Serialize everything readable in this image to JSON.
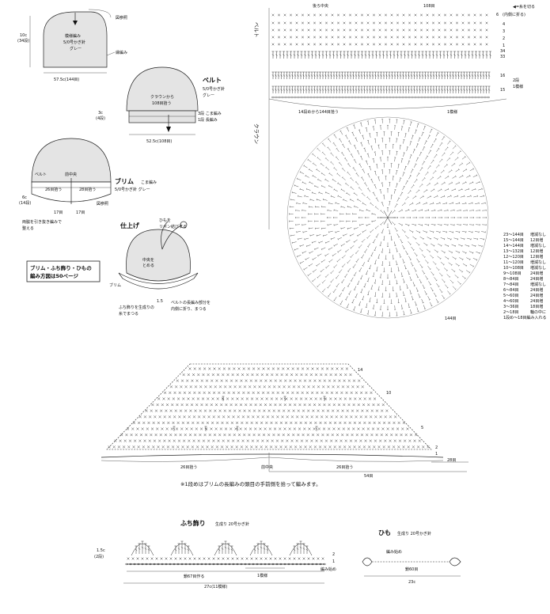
{
  "hat_panel1": {
    "height_label": "10c",
    "height_rows": "(34段)",
    "ref_label": "図参照",
    "body_line1": "模様編み",
    "body_line2": "5/0号かぎ針",
    "body_line3": "グレー",
    "edge_label": "縁編み",
    "width_label": "57.5c(144目)"
  },
  "hat_panel2": {
    "title": "ベルト",
    "needle": "5/0号かぎ針",
    "color": "グレー",
    "inner1": "クラウンから",
    "inner2": "108目拾う",
    "h1": "3c",
    "h2": "(4段)",
    "row1": "3段 こま編み",
    "row2": "1段 長編み",
    "width": "52.5c(108目)"
  },
  "hat_panel3": {
    "title": "ブリム",
    "sub1": "こま編み",
    "sub2": "5/0号かぎ針 グレー",
    "belt": "ベルト",
    "center": "前中央",
    "pick_a": "26目拾う",
    "pick_b": "28目拾う",
    "h1": "6c",
    "h2": "(14段)",
    "n1": "17目",
    "n2": "17目",
    "ref": "図参照",
    "note1": "両脇を引き抜き編みで",
    "note2": "整える"
  },
  "finish": {
    "title": "仕上げ",
    "himo1": "ひもを",
    "himo2": "リボン結びする",
    "center1": "中央を",
    "center2": "とめる",
    "brim": "ブリム",
    "num": "1.5",
    "belt1": "ベルトの長編み部分を",
    "belt2": "内側に折り、まつる",
    "fuchi1": "ふち飾りを生成りの",
    "fuchi2": "糸でまつる"
  },
  "ref_box": {
    "line1": "ブリム・ふち飾り・ひもの",
    "line2": "編み方図は50ページ"
  },
  "belt_chart": {
    "back_center": "後ろ中央",
    "count_top": "108目",
    "cut_label": "◀=糸を切る",
    "belt_vlabel": "ベルト",
    "crown_vlabel": "クラウン",
    "inner_note": "(内側に折る)",
    "row_nums": [
      "4",
      "3",
      "2",
      "1",
      "34",
      "33"
    ],
    "pattern_rows": [
      "16",
      "15"
    ],
    "pick_note": "14段めから144目拾う",
    "repeat_note": "1模様",
    "pattern_side1": "2段",
    "pattern_side2": "1模様",
    "marker_6": "6"
  },
  "crown_table": {
    "rows": [
      {
        "row": "23～144目",
        "inc": "増減なし"
      },
      {
        "row": "15～144目",
        "inc": "12目増"
      },
      {
        "row": "14～144目",
        "inc": "増減なし"
      },
      {
        "row": "13～132目",
        "inc": "12目増"
      },
      {
        "row": "12～120目",
        "inc": "12目増"
      },
      {
        "row": "11～120目",
        "inc": "増減なし"
      },
      {
        "row": "10～108目",
        "inc": "増減なし"
      },
      {
        "row": "9～108目",
        "inc": "24目増"
      },
      {
        "row": "8～84目",
        "inc": "24目増"
      },
      {
        "row": "7～84目",
        "inc": "増減なし"
      },
      {
        "row": "6～84目",
        "inc": "24目増"
      },
      {
        "row": "5～60目",
        "inc": "24目増"
      },
      {
        "row": "4～60目",
        "inc": "24目増"
      },
      {
        "row": "3～36目",
        "inc": "18目増"
      },
      {
        "row": "2～18目",
        "inc": "輪の中に"
      },
      {
        "row": "1段め～18目編み入れる",
        "inc": ""
      }
    ],
    "count_144": "144目"
  },
  "brim_chart": {
    "row_14": "14",
    "row_10": "10",
    "row_5": "5",
    "row_2": "2",
    "row_1": "1",
    "pick_left": "26目拾う",
    "front_center": "前中央",
    "pick_right": "26目拾う",
    "right_count": "28目",
    "total": "54目",
    "note": "※1段めはブリムの長編みの頭目の手前側を拾って編みます。"
  },
  "edging": {
    "title": "ふち飾り",
    "sub": "生成り 20号かぎ針",
    "h1": "1.5c",
    "h2": "(2段)",
    "row2": "2",
    "row1": "1",
    "start": "編み始め",
    "chain": "鎖67目作る",
    "repeat": "1模様",
    "width": "27c(11模様)"
  },
  "cord": {
    "title": "ひも",
    "sub": "生成り 20号かぎ針",
    "start": "編み始め",
    "chain": "鎖60目",
    "width": "23c"
  },
  "colors": {
    "ink": "#111111",
    "fill": "#e4e4e4",
    "paper": "#ffffff"
  }
}
